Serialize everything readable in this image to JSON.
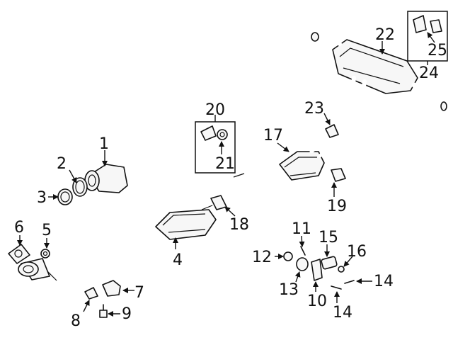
{
  "diagram": {
    "callouts": [
      {
        "id": "c1",
        "text": "1"
      },
      {
        "id": "c2",
        "text": "2"
      },
      {
        "id": "c3",
        "text": "3"
      },
      {
        "id": "c4",
        "text": "4"
      },
      {
        "id": "c5",
        "text": "5"
      },
      {
        "id": "c6",
        "text": "6"
      },
      {
        "id": "c7",
        "text": "7"
      },
      {
        "id": "c8",
        "text": "8"
      },
      {
        "id": "c9",
        "text": "9"
      },
      {
        "id": "c10",
        "text": "10"
      },
      {
        "id": "c11",
        "text": "11"
      },
      {
        "id": "c12",
        "text": "12"
      },
      {
        "id": "c13",
        "text": "13"
      },
      {
        "id": "c14a",
        "text": "14"
      },
      {
        "id": "c14b",
        "text": "14"
      },
      {
        "id": "c15",
        "text": "15"
      },
      {
        "id": "c16",
        "text": "16"
      },
      {
        "id": "c17",
        "text": "17"
      },
      {
        "id": "c18",
        "text": "18"
      },
      {
        "id": "c19",
        "text": "19"
      },
      {
        "id": "c20",
        "text": "20"
      },
      {
        "id": "c21",
        "text": "21"
      },
      {
        "id": "c22",
        "text": "22"
      },
      {
        "id": "c23",
        "text": "23"
      },
      {
        "id": "c24",
        "text": "24"
      },
      {
        "id": "c25",
        "text": "25"
      }
    ]
  }
}
